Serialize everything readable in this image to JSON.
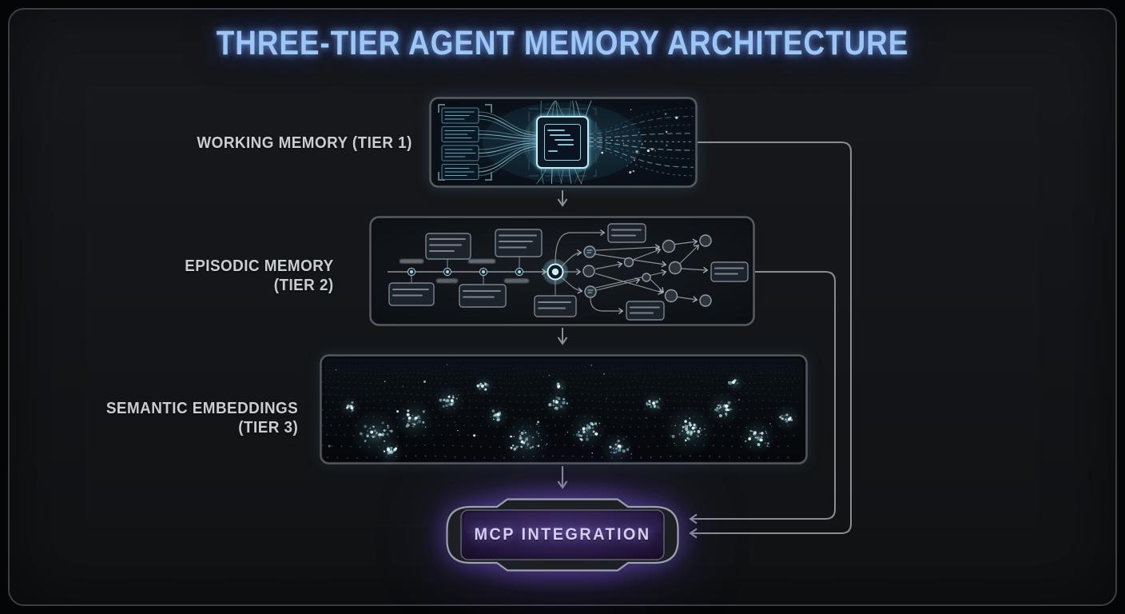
{
  "title": "THREE-TIER AGENT MEMORY ARCHITECTURE",
  "tiers": [
    {
      "id": "tier-1",
      "lines": [
        "WORKING MEMORY (TIER 1)"
      ],
      "illustration": "cpu-chip-dataflow"
    },
    {
      "id": "tier-2",
      "lines": [
        "EPISODIC MEMORY",
        "(TIER 2)"
      ],
      "illustration": "timeline-event-graph"
    },
    {
      "id": "tier-3",
      "lines": [
        "SEMANTIC EMBEDDINGS",
        "(TIER 3)"
      ],
      "illustration": "embedding-point-cloud"
    }
  ],
  "integration": {
    "label": "MCP INTEGRATION"
  },
  "colors": {
    "title_accent": "#9cc7f4",
    "label_text": "#c9ced4",
    "cyan_glow": "#9fdcec",
    "purple_glow": "#7a5cf0",
    "connector": "#878e96"
  }
}
